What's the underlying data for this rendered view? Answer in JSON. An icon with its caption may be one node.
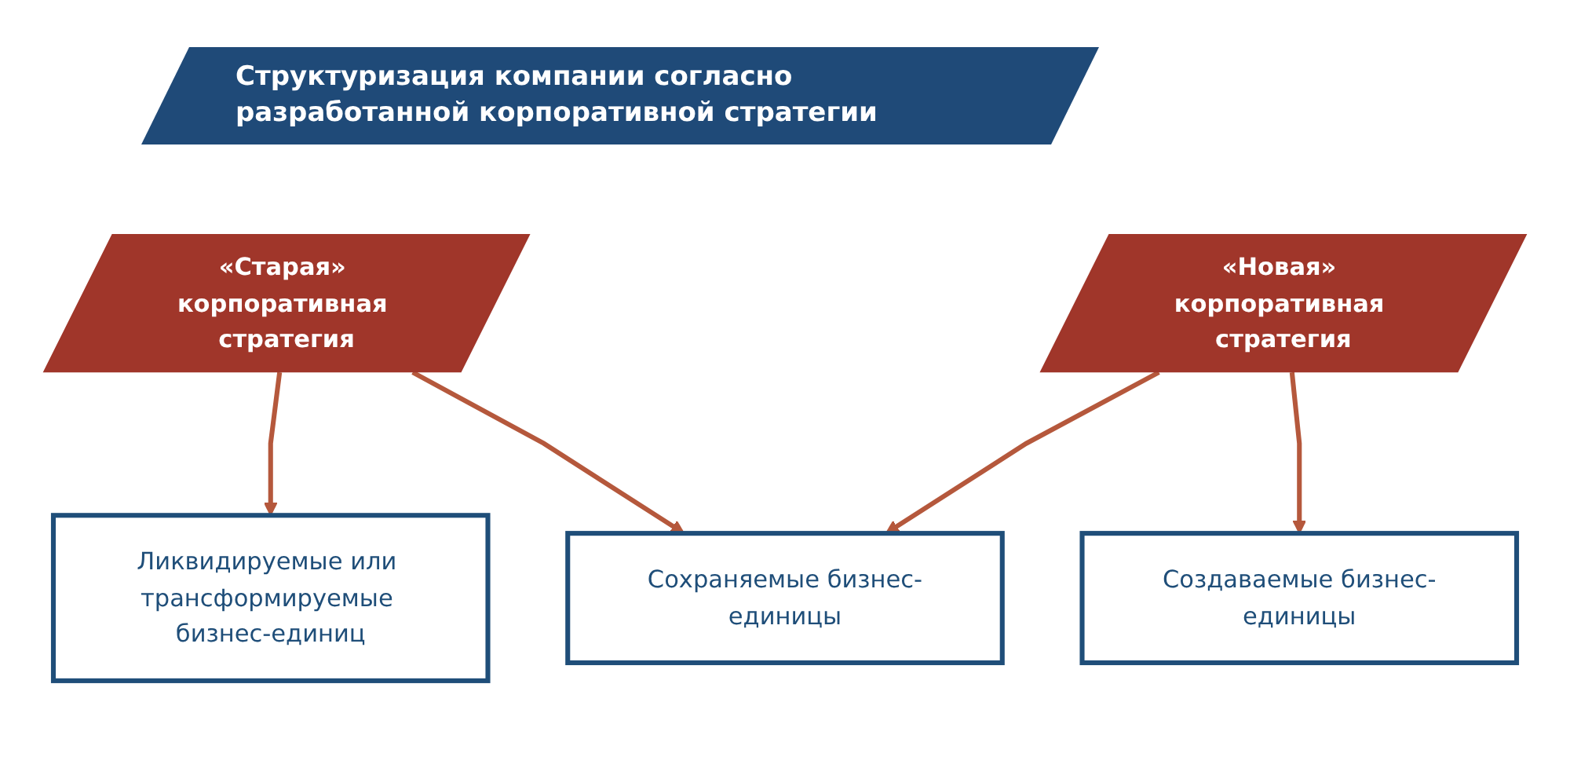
{
  "diagram": {
    "title": "Структуризация компании согласно разработанной корпоративной стратегии",
    "nodes": [
      {
        "text": [
          "«Старая» корпоративная стратегия"
        ]
      },
      {
        "text": [
          "Ликвидируемые или трансформируемые бизнес-единиц"
        ]
      },
      {
        "text": [
          "Сохраняемые бизнес-единицы"
        ]
      },
      {
        "text": [
          "Создаваемые бизнес-единицы"
        ]
      },
      {
        "text": [
          "«Новая» корпоративная стратегия"
        ]
      }
    ],
    "edges": [
      {
        "from": 0,
        "to": 1,
        "arrow": "to"
      },
      {
        "from": 0,
        "to": 2,
        "arrow": "to"
      },
      {
        "from": 4,
        "to": 2,
        "arrow": "to"
      },
      {
        "from": 4,
        "to": 3,
        "arrow": "to"
      }
    ]
  }
}
